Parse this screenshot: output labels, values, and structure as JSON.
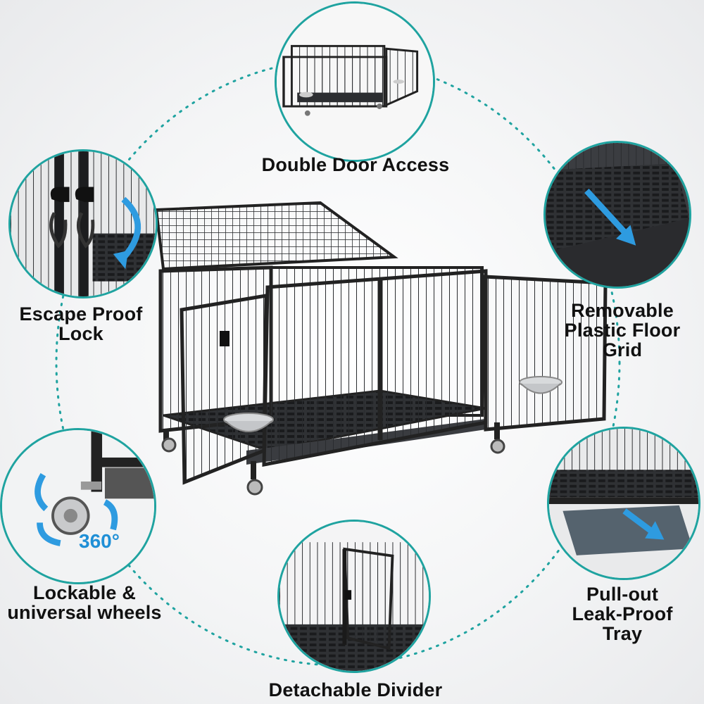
{
  "features": {
    "double_door": "Double Door Access",
    "escape_lock_1": "Escape Proof",
    "escape_lock_2": "Lock",
    "floor_grid_1": "Removable",
    "floor_grid_2": "Plastic Floor",
    "floor_grid_3": "Grid",
    "wheels_1": "Lockable &",
    "wheels_2": "universal wheels",
    "rotation": "360°",
    "tray_1": "Pull-out",
    "tray_2": "Leak-Proof",
    "tray_3": "Tray",
    "divider": "Detachable Divider"
  },
  "colors": {
    "ring": "#1fa3a0",
    "arrow": "#2e9be0",
    "cage": "#26282b"
  },
  "icons": [
    "rotation-arrow-icon",
    "pull-direction-arrow-icon"
  ]
}
